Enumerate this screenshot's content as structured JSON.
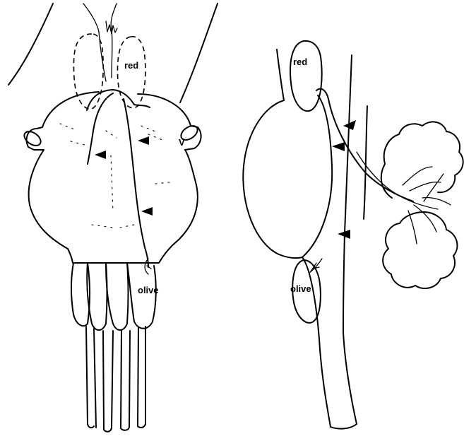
{
  "ventral_view": {
    "labels": {
      "red": "red",
      "trigeminal": "V",
      "olive": "olive"
    }
  },
  "lateral_view": {
    "labels": {
      "red": "red",
      "olive": "olive"
    }
  },
  "colors": {
    "ink": "#000000",
    "background": "#ffffff"
  }
}
